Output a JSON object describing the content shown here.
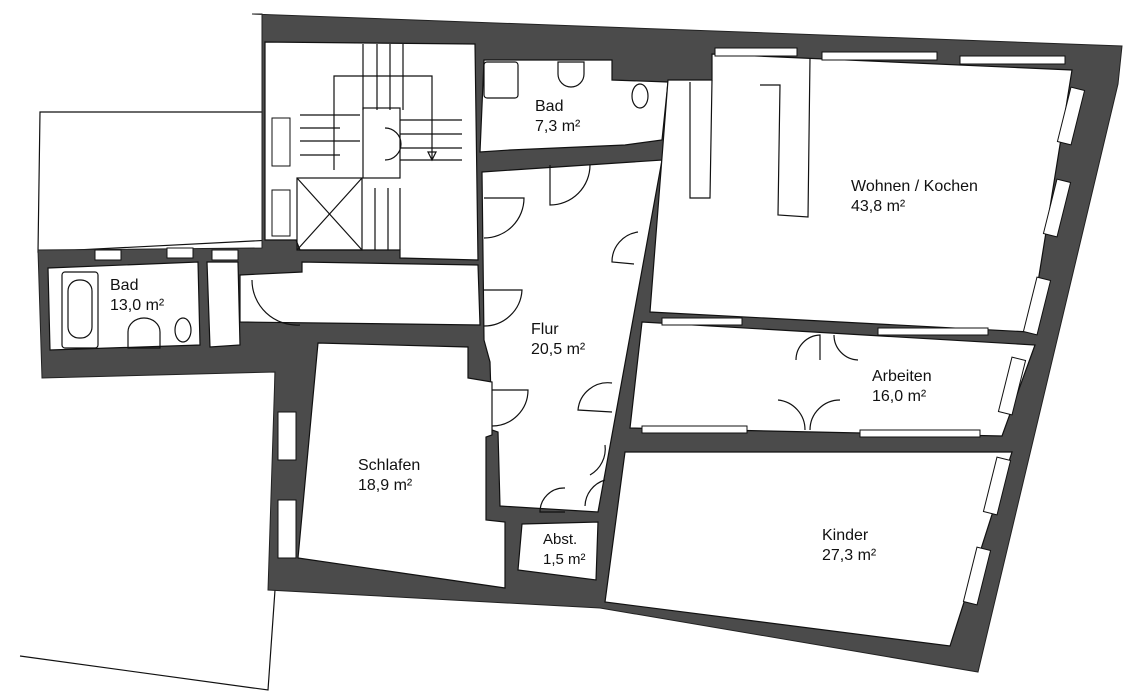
{
  "plan": {
    "rooms": [
      {
        "name": "Bad",
        "area": "7,3 m²"
      },
      {
        "name": "Wohnen / Kochen",
        "area": "43,8 m²"
      },
      {
        "name": "Bad",
        "area": "13,0 m²"
      },
      {
        "name": "Flur",
        "area": "20,5 m²"
      },
      {
        "name": "Arbeiten",
        "area": "16,0 m²"
      },
      {
        "name": "Schlafen",
        "area": "18,9 m²"
      },
      {
        "name": "Kinder",
        "area": "27,3 m²"
      },
      {
        "name": "Abst.",
        "area": "1,5 m²"
      }
    ],
    "colors": {
      "wall": "#4b4b4b",
      "room": "#ffffff",
      "line": "#111111"
    }
  }
}
